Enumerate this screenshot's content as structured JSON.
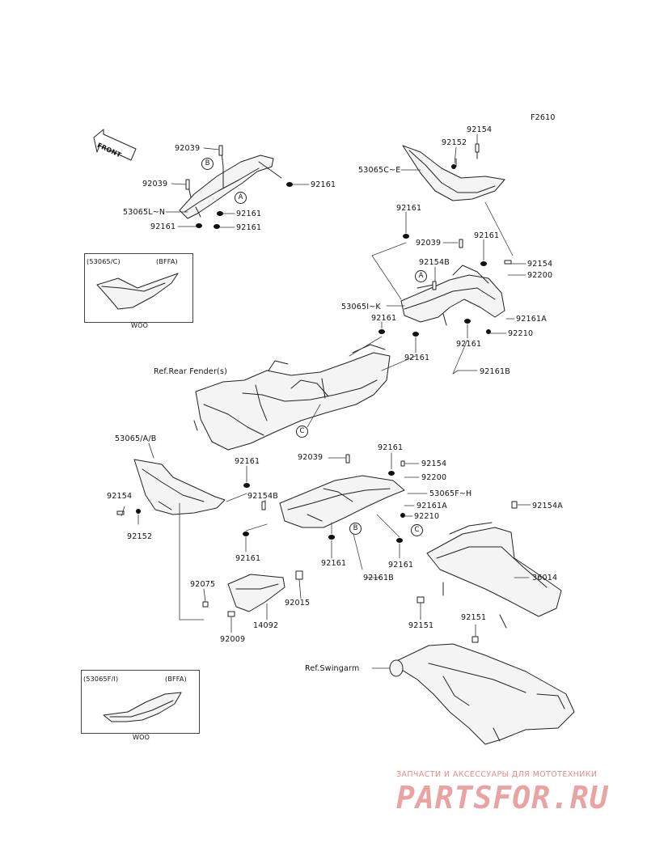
{
  "diagram_code": "F2610",
  "front_arrow": "FRONT",
  "parts": {
    "p92154_top": "92154",
    "p92152_top": "92152",
    "p53065CE": "53065C~E",
    "p92039_a": "92039",
    "p92039_b": "92039",
    "p92161_a": "92161",
    "p53065LN": "53065L~N",
    "p92161_b": "92161",
    "p92161_c": "92161",
    "p92161_d": "92161",
    "p92161_e": "92161",
    "p92039_c": "92039",
    "p92161_f": "92161",
    "p92154B_a": "92154B",
    "p92154_b": "92154",
    "p92200_a": "92200",
    "p53065IK": "53065I~K",
    "p92161_g": "92161",
    "p92161A_a": "92161A",
    "p92210_a": "92210",
    "p92161_h": "92161",
    "p92161_i": "92161",
    "p92161B_a": "92161B",
    "ref_fender": "Ref.Rear Fender(s)",
    "p53065AB": "53065/A/B",
    "p92039_d": "92039",
    "p92161_j": "92161",
    "p92154_c": "92154",
    "p92161_k": "92161",
    "p92200_b": "92200",
    "p92154_d": "92154",
    "p92154B_b": "92154B",
    "p53065FH": "53065F~H",
    "p92161A_b": "92161A",
    "p92210_b": "92210",
    "p92152_b": "92152",
    "p92154A": "92154A",
    "p92161_l": "92161",
    "p92161_m": "92161",
    "p92161_n": "92161",
    "p92161B_b": "92161B",
    "p36014": "36014",
    "p92075": "92075",
    "p92015": "92015",
    "p14092": "14092",
    "p92009": "92009",
    "p92151_a": "92151",
    "p92151_b": "92151",
    "ref_swingarm": "Ref.Swingarm"
  },
  "callouts": {
    "a1": "A",
    "a2": "A",
    "b1": "B",
    "b2": "B",
    "c1": "C",
    "c2": "C"
  },
  "inset_top": {
    "code": "(53065/C)",
    "variant": "(BFFA)",
    "caption": "WOO"
  },
  "inset_bottom": {
    "code": "(53065F/I)",
    "variant": "(BFFA)",
    "caption": "WOO"
  },
  "watermark": {
    "line1": "ЗАПЧАСТИ И АКСЕССУАРЫ ДЛЯ МОТОТЕХНИКИ",
    "line2": "PARTSFOR.RU"
  }
}
